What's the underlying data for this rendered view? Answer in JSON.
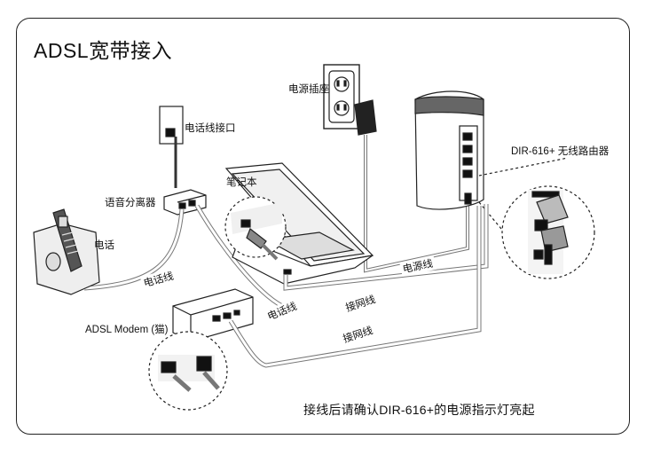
{
  "title": "ADSL宽带接入",
  "labels": {
    "power_outlet": "电源插座",
    "phone_jack": "电话线接口",
    "splitter": "语音分离器",
    "laptop": "笔记本",
    "router": "DIR-616+ 无线路由器",
    "phone": "电话",
    "modem": "ADSL Modem (猫)"
  },
  "cables": {
    "phone_line_1": "电话线",
    "phone_line_2": "电话线",
    "power_line": "电源线",
    "network_line_1": "接网线",
    "network_line_2": "接网线"
  },
  "footer": "接线后请确认DIR-616+的电源指示灯亮起",
  "colors": {
    "stroke": "#222222",
    "cable_fill": "#ffffff",
    "device_gray": "#dcdcdc"
  }
}
